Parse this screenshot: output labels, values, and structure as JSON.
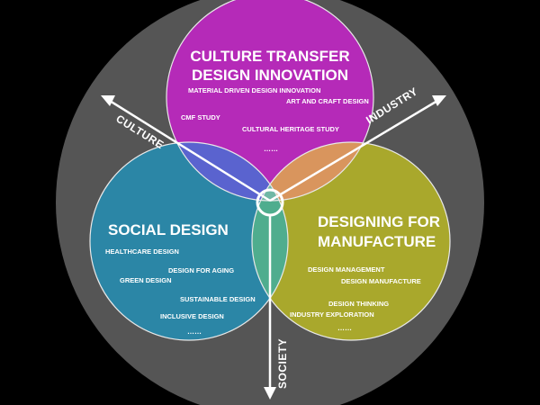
{
  "circles": {
    "top": {
      "title_lines": [
        "CULTURE TRANSFER",
        "DESIGN INNOVATION"
      ],
      "items": [
        "MATERIAL DRIVEN DESIGN INNOVATION",
        "ART AND CRAFT DESIGN",
        "CMF STUDY",
        "CULTURAL HERITAGE STUDY",
        "……"
      ],
      "color": "#b52ab8"
    },
    "left": {
      "title_lines": [
        "SOCIAL DESIGN"
      ],
      "items": [
        "HEALTHCARE DESIGN",
        "DESIGN FOR AGING",
        "GREEN DESIGN",
        "SUSTAINABLE DESIGN",
        "INCLUSIVE DESIGN",
        "……"
      ],
      "color": "#2b86a6"
    },
    "right": {
      "title_lines": [
        "DESIGNING FOR",
        "MANUFACTURE"
      ],
      "items": [
        "DESIGN MANAGEMENT",
        "DESIGN MANUFACTURE",
        "DESIGN THINKING",
        "INDUSTRY EXPLORATION",
        "……"
      ],
      "color": "#a9a82c"
    }
  },
  "overlap_colors": {
    "top_left": "#5a63cf",
    "top_right": "#d9955d",
    "left_right": "#4fad8e",
    "center": "#6fb8a6"
  },
  "axes": {
    "culture": "CULTURE",
    "industry": "INDUSTRY",
    "society": "SOCIETY"
  },
  "background_disc_color": "#555555"
}
